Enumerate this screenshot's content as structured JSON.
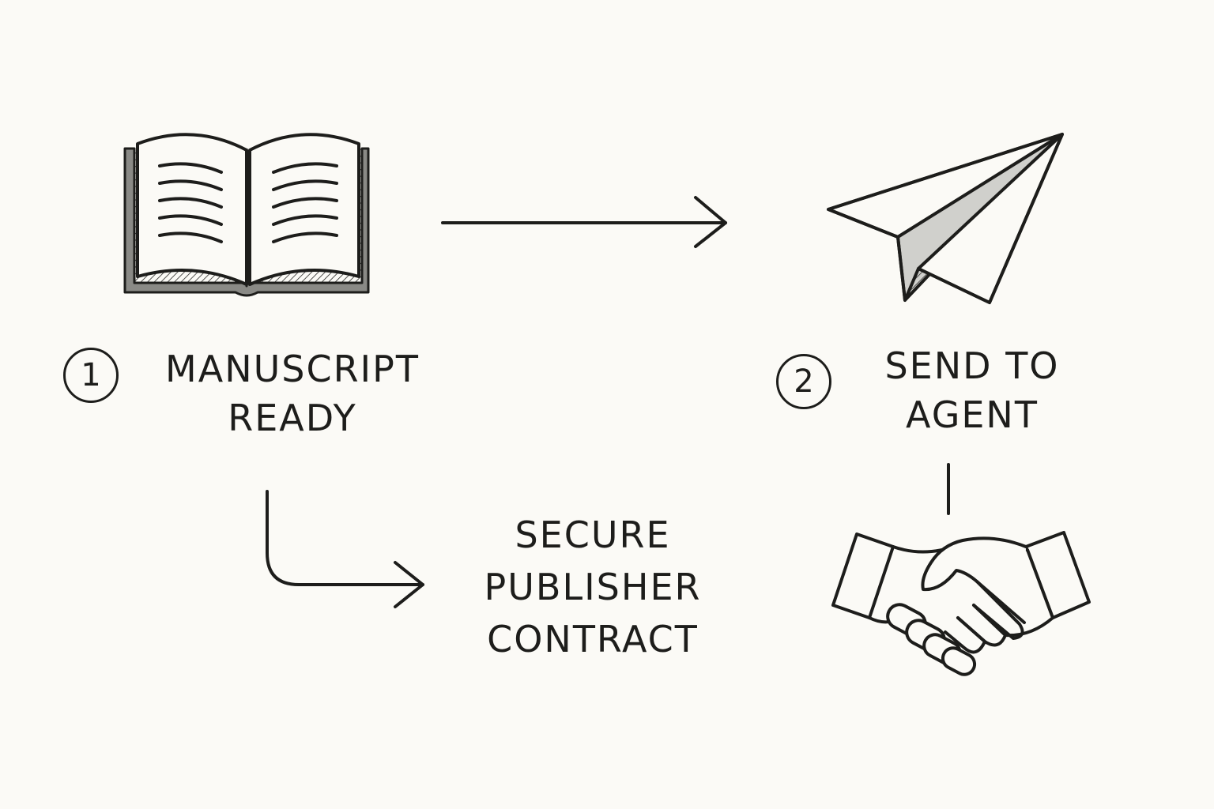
{
  "steps": [
    {
      "number": "1",
      "line1": "MANUSCRIPT",
      "line2": "READY",
      "icon": "open-book-icon"
    },
    {
      "number": "2",
      "line1": "SEND TO",
      "line2": "AGENT",
      "icon": "paper-plane-icon"
    }
  ],
  "outcome": {
    "line1": "SECURE",
    "line2": "PUBLISHER",
    "line3": "CONTRACT",
    "icon": "handshake-icon"
  },
  "colors": {
    "ink": "#1d1d1b",
    "paper": "#fbfaf6",
    "shade": "#8a8a86"
  }
}
